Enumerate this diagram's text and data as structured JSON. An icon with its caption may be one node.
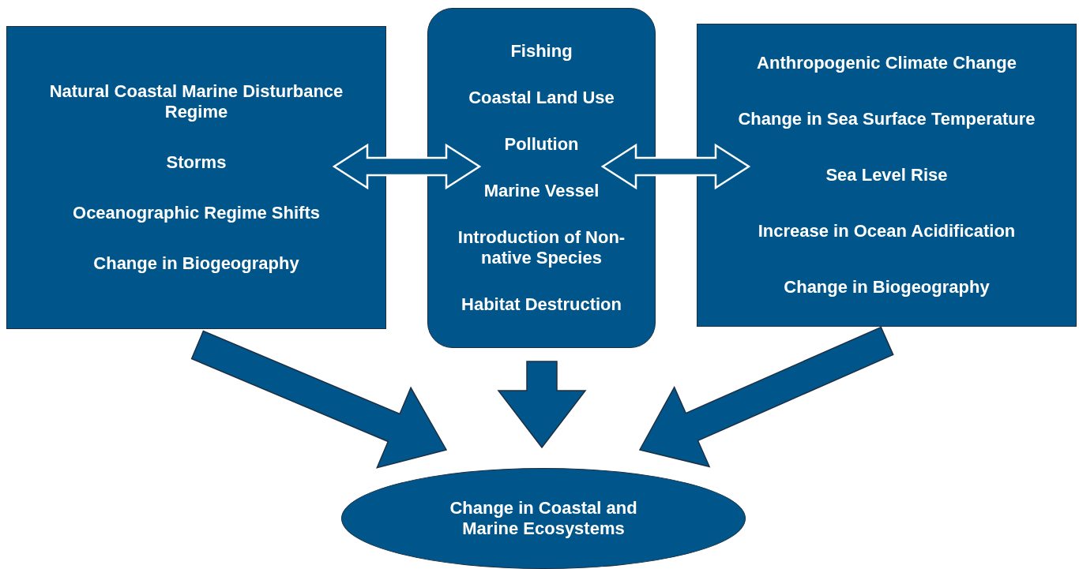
{
  "diagram": {
    "nodes": [
      {
        "text": [
          "Natural Coastal Marine Disturbance Regime",
          "Storms",
          "Oceanographic Regime Shifts",
          "Change in Biogeography"
        ]
      },
      {
        "text": [
          "Fishing",
          "Coastal Land Use",
          "Pollution",
          "Marine Vessel",
          "Introduction of Non-native Species",
          "Habitat Destruction"
        ]
      },
      {
        "text": [
          "Anthropogenic Climate Change",
          "Change in Sea Surface Temperature",
          "Sea Level Rise",
          "Increase in Ocean Acidification",
          "Change in Biogeography"
        ]
      },
      {
        "text": [
          "Change in Coastal and Marine Ecosystems"
        ]
      }
    ],
    "edges": [
      {
        "from": 0,
        "to": 1,
        "arrow": "both"
      },
      {
        "from": 1,
        "to": 2,
        "arrow": "both"
      },
      {
        "from": 0,
        "to": 3,
        "arrow": "to",
        "style": "thick"
      },
      {
        "from": 1,
        "to": 3,
        "arrow": "to",
        "style": "thick"
      },
      {
        "from": 2,
        "to": 3,
        "arrow": "to",
        "style": "thick"
      }
    ]
  }
}
